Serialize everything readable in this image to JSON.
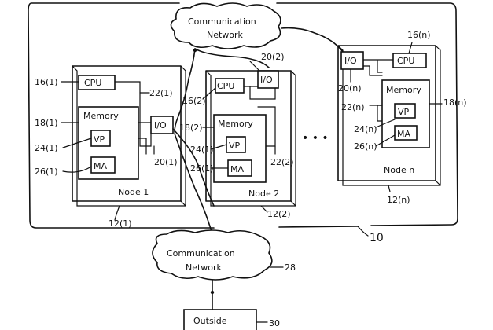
{
  "system": {
    "ref": "10"
  },
  "network_top": {
    "line1": "Communication",
    "line2": "Network"
  },
  "network_bottom": {
    "line1": "Communication",
    "line2": "Network",
    "ref": "28"
  },
  "outside": {
    "label": "Outside",
    "ref": "30"
  },
  "ellipsis": "• • •",
  "node1": {
    "title": "Node 1",
    "cpu": "CPU",
    "memory": "Memory",
    "vp": "VP",
    "ma": "MA",
    "io": "I/O",
    "ref_node": "12(1)",
    "ref_cpu": "16(1)",
    "ref_mem": "18(1)",
    "ref_vp": "24(1)",
    "ref_ma": "26(1)",
    "ref_io": "20(1)",
    "ref_bus": "22(1)"
  },
  "node2": {
    "title": "Node 2",
    "cpu": "CPU",
    "memory": "Memory",
    "vp": "VP",
    "ma": "MA",
    "io": "I/O",
    "ref_node": "12(2)",
    "ref_cpu": "16(2)",
    "ref_mem": "18(2)",
    "ref_vp": "24(1)",
    "ref_ma": "26(1)",
    "ref_io": "20(2)",
    "ref_bus": "22(2)"
  },
  "noden": {
    "title": "Node n",
    "cpu": "CPU",
    "memory": "Memory",
    "vp": "VP",
    "ma": "MA",
    "io": "I/O",
    "ref_node": "12(n)",
    "ref_cpu": "16(n)",
    "ref_mem": "18(n)",
    "ref_vp": "24(n)",
    "ref_ma": "26(n)",
    "ref_io": "20(n)",
    "ref_bus": "22(n)"
  }
}
